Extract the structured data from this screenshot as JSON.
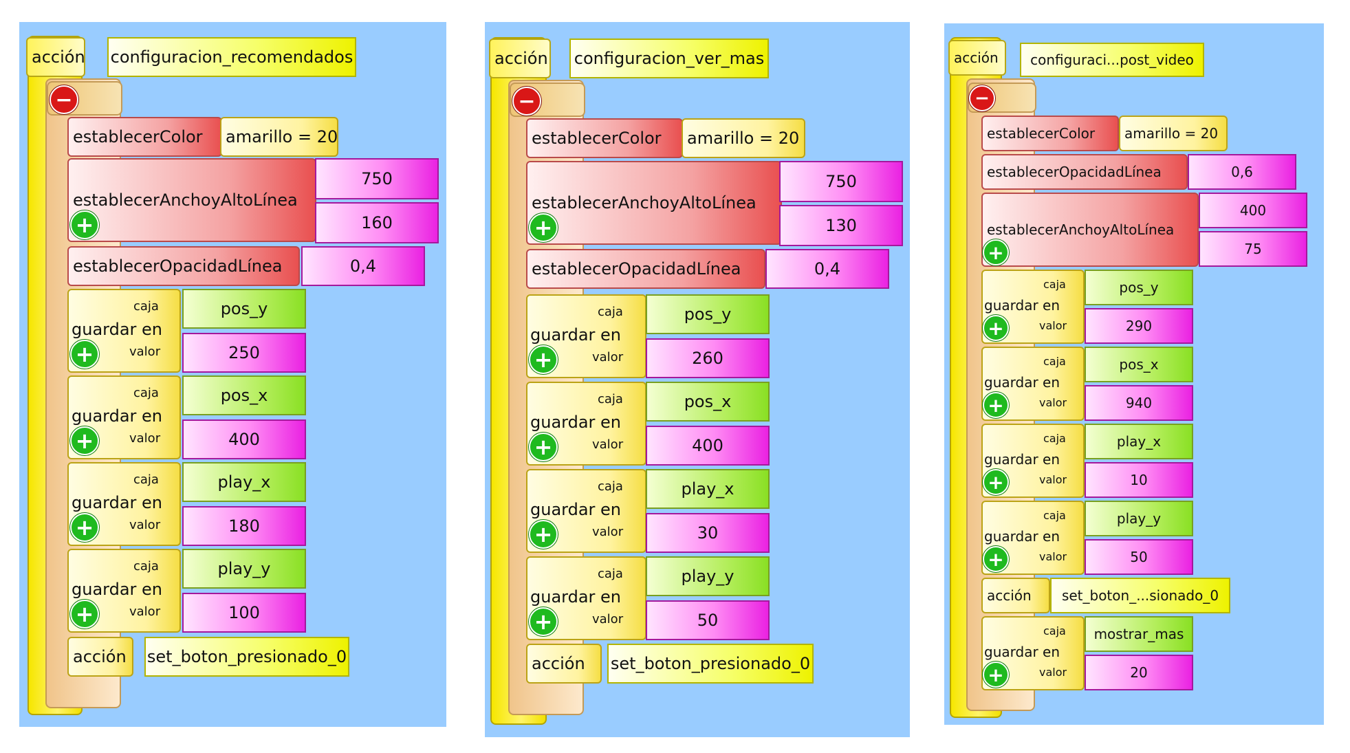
{
  "panels": [
    {
      "action_label": "acción",
      "action_name": "configuracion_recomendados",
      "set_color": {
        "label": "establecerColor",
        "value": "amarillo = 20"
      },
      "set_size": {
        "label": "establecerAnchoyAltoLínea",
        "width": "750",
        "height": "160"
      },
      "set_opacity": {
        "label": "establecerOpacidadLínea",
        "value": "0,4"
      },
      "saves": [
        {
          "title": "guardar en",
          "caja_label": "caja",
          "valor_label": "valor",
          "box": "pos_y",
          "value": "250"
        },
        {
          "title": "guardar en",
          "caja_label": "caja",
          "valor_label": "valor",
          "box": "pos_x",
          "value": "400"
        },
        {
          "title": "guardar en",
          "caja_label": "caja",
          "valor_label": "valor",
          "box": "play_x",
          "value": "180"
        },
        {
          "title": "guardar en",
          "caja_label": "caja",
          "valor_label": "valor",
          "box": "play_y",
          "value": "100"
        }
      ],
      "final_action": {
        "label": "acción",
        "name": "set_boton_presionado_0"
      }
    },
    {
      "action_label": "acción",
      "action_name": "configuracion_ver_mas",
      "set_color": {
        "label": "establecerColor",
        "value": "amarillo = 20"
      },
      "set_size": {
        "label": "establecerAnchoyAltoLínea",
        "width": "750",
        "height": "130"
      },
      "set_opacity": {
        "label": "establecerOpacidadLínea",
        "value": "0,4"
      },
      "saves": [
        {
          "title": "guardar en",
          "caja_label": "caja",
          "valor_label": "valor",
          "box": "pos_y",
          "value": "260"
        },
        {
          "title": "guardar en",
          "caja_label": "caja",
          "valor_label": "valor",
          "box": "pos_x",
          "value": "400"
        },
        {
          "title": "guardar en",
          "caja_label": "caja",
          "valor_label": "valor",
          "box": "play_x",
          "value": "30"
        },
        {
          "title": "guardar en",
          "caja_label": "caja",
          "valor_label": "valor",
          "box": "play_y",
          "value": "50"
        }
      ],
      "final_action": {
        "label": "acción",
        "name": "set_boton_presionado_0"
      }
    },
    {
      "action_label": "acción",
      "action_name": "configuraci...post_video",
      "set_color": {
        "label": "establecerColor",
        "value": "amarillo = 20"
      },
      "set_opacity": {
        "label": "establecerOpacidadLínea",
        "value": "0,6"
      },
      "set_size": {
        "label": "establecerAnchoyAltoLínea",
        "width": "400",
        "height": "75"
      },
      "saves": [
        {
          "title": "guardar en",
          "caja_label": "caja",
          "valor_label": "valor",
          "box": "pos_y",
          "value": "290"
        },
        {
          "title": "guardar en",
          "caja_label": "caja",
          "valor_label": "valor",
          "box": "pos_x",
          "value": "940"
        },
        {
          "title": "guardar en",
          "caja_label": "caja",
          "valor_label": "valor",
          "box": "play_x",
          "value": "10"
        },
        {
          "title": "guardar en",
          "caja_label": "caja",
          "valor_label": "valor",
          "box": "play_y",
          "value": "50"
        }
      ],
      "middle_action": {
        "label": "acción",
        "name": "set_boton_...sionado_0"
      },
      "final_save": {
        "title": "guardar en",
        "caja_label": "caja",
        "valor_label": "valor",
        "box": "mostrar_mas",
        "value": "20"
      }
    }
  ]
}
